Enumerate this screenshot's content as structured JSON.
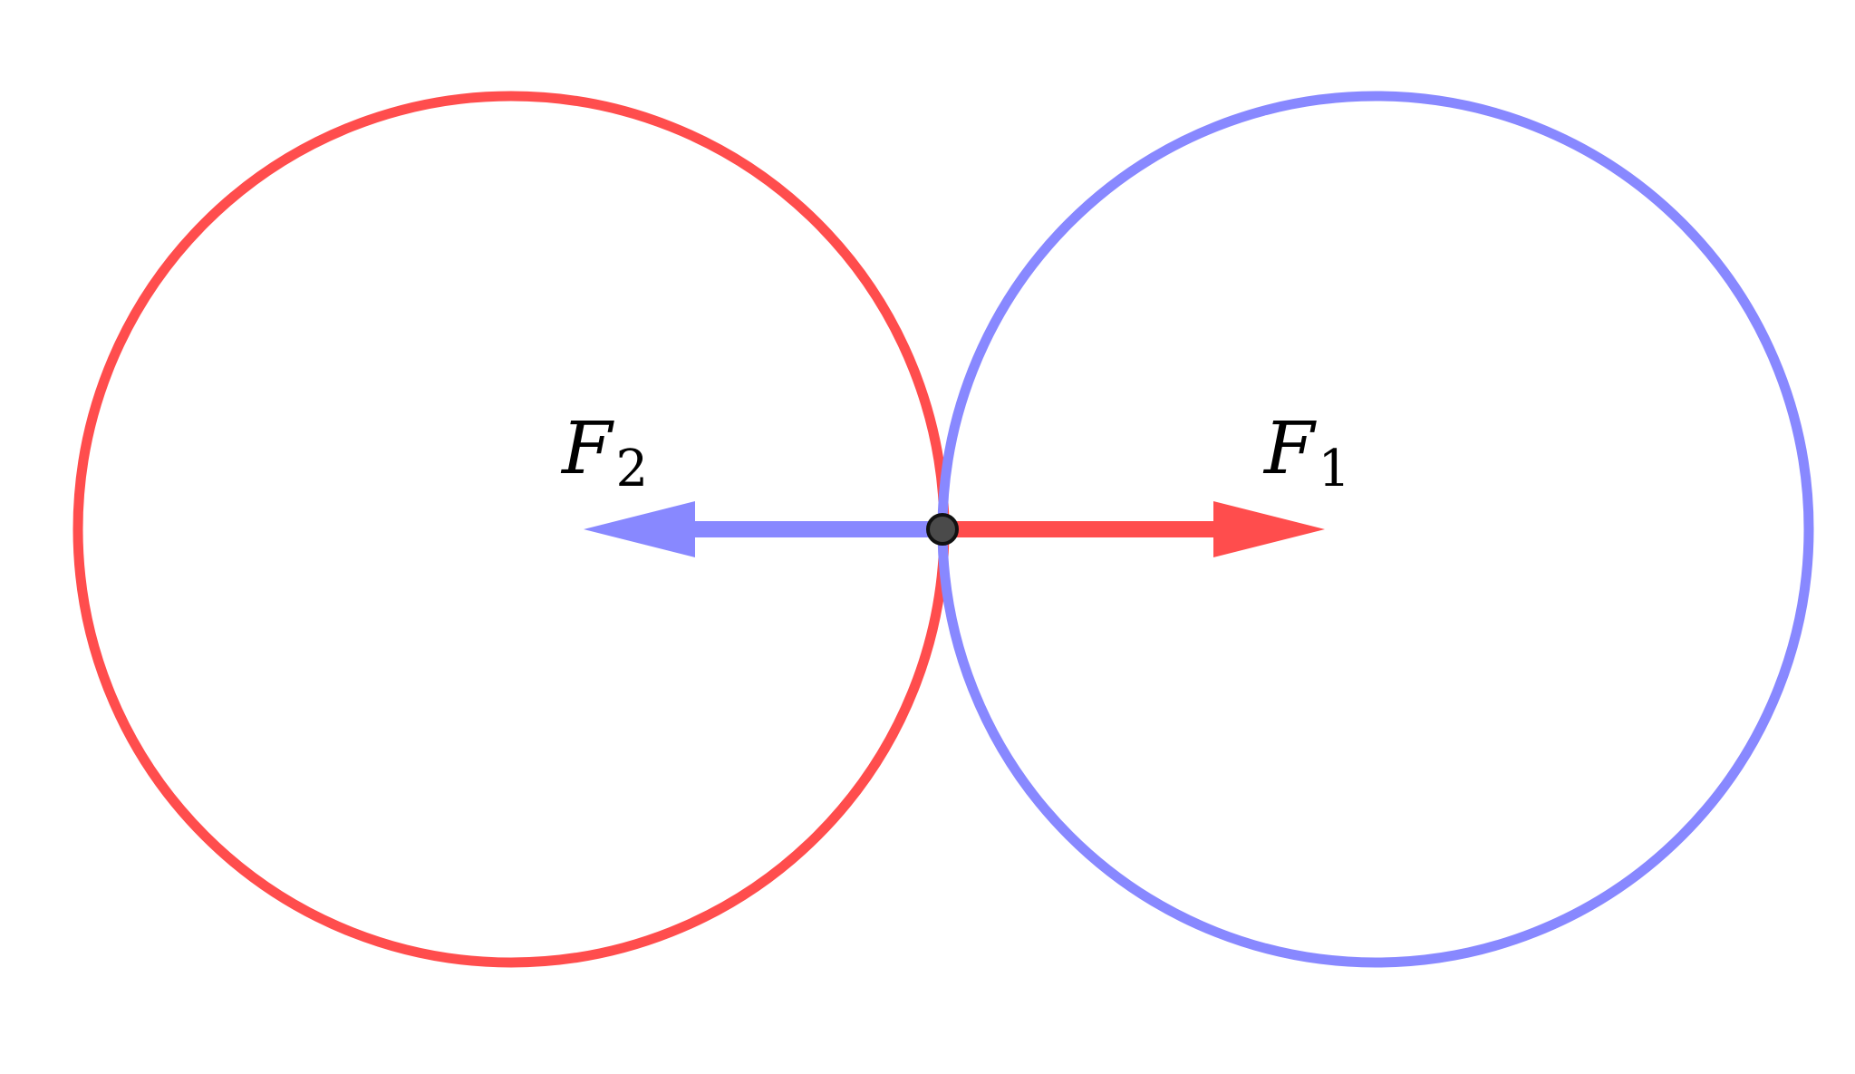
{
  "labels": {
    "force_right": {
      "symbol": "F",
      "subscript": "1"
    },
    "force_left": {
      "symbol": "F",
      "subscript": "2"
    }
  },
  "colors": {
    "red": "#ff4d4d",
    "blue": "#8888ff",
    "point_fill": "#4a4a4a",
    "point_stroke": "#111111",
    "background": "#ffffff"
  },
  "icons": {
    "force_right_arrow": "arrow-right-icon",
    "force_left_arrow": "arrow-left-icon"
  }
}
